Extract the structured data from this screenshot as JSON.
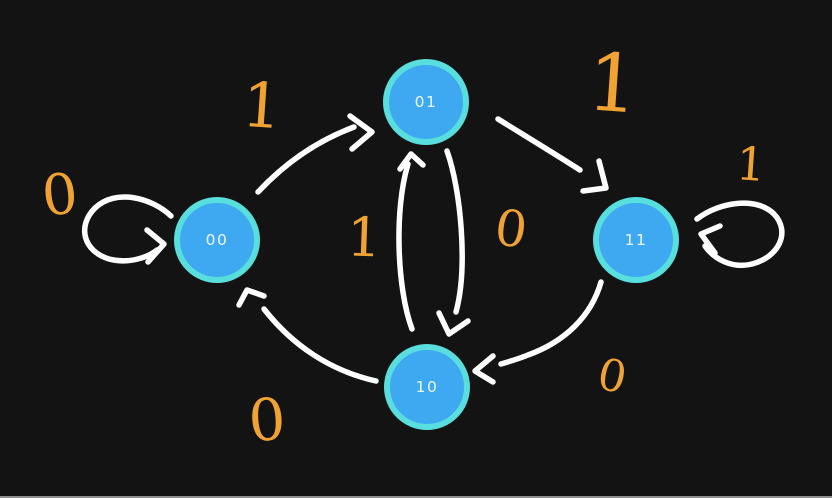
{
  "diagram": {
    "type": "finite-state-machine",
    "states": [
      {
        "id": "00",
        "label": "00"
      },
      {
        "id": "01",
        "label": "01"
      },
      {
        "id": "11",
        "label": "11"
      },
      {
        "id": "10",
        "label": "10"
      }
    ],
    "transitions": [
      {
        "from": "00",
        "to": "00",
        "label": "0"
      },
      {
        "from": "00",
        "to": "01",
        "label": "1"
      },
      {
        "from": "10",
        "to": "01",
        "label": "1"
      },
      {
        "from": "01",
        "to": "10",
        "label": "0"
      },
      {
        "from": "01",
        "to": "11",
        "label": "1"
      },
      {
        "from": "11",
        "to": "11",
        "label": "1"
      },
      {
        "from": "11",
        "to": "10",
        "label": "0"
      },
      {
        "from": "10",
        "to": "00",
        "label": "0"
      }
    ],
    "colors": {
      "background": "#131314",
      "node_fill": "#3ea9f0",
      "node_border": "#59dede",
      "node_text": "#eef7ff",
      "arrow": "#ffffff",
      "transition_label": "#f0a233"
    }
  }
}
